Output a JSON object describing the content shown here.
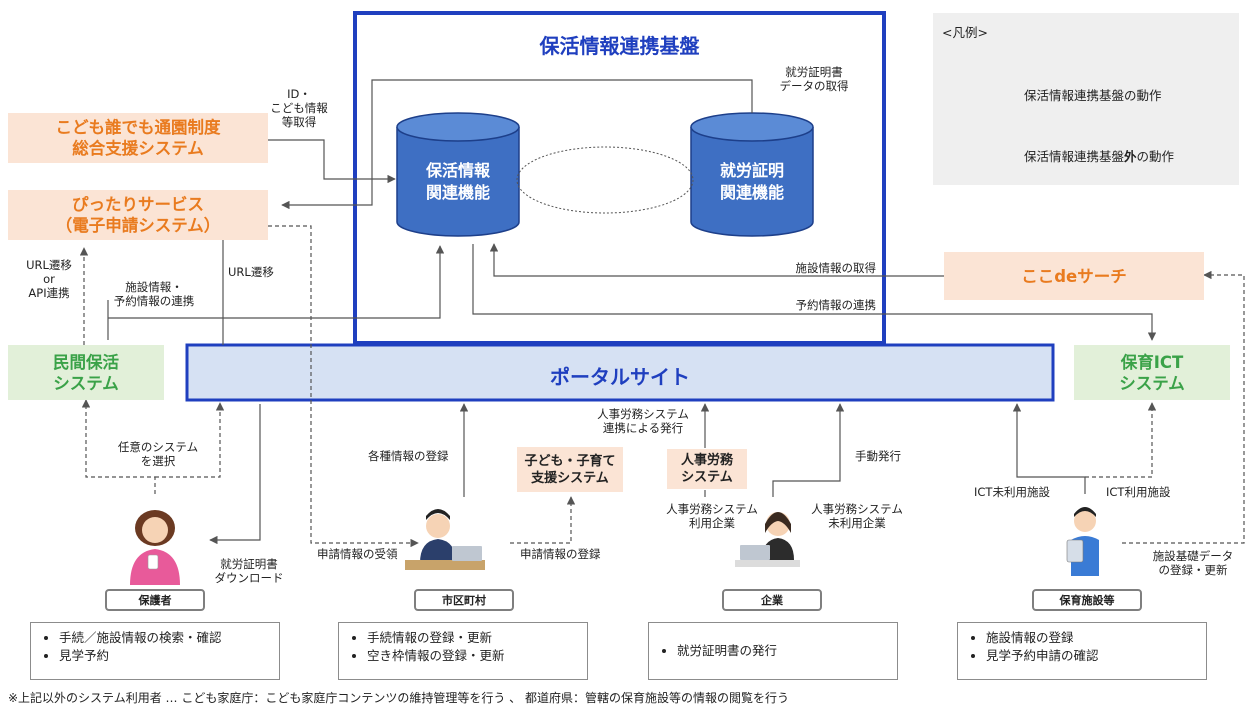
{
  "platform": {
    "title": "保活情報連携基盤"
  },
  "db": {
    "hokatsu": "保活情報\n関連機能",
    "shuro": "就労証明\n関連機能"
  },
  "systems": {
    "kodomo": "こども誰でも通園制度\n総合支援システム",
    "pittari": "ぴったりサービス\n（電子申請システム）",
    "kokode": "ここdeサーチ",
    "minkan": "民間保活\nシステム",
    "portal": "ポータルサイト",
    "hoiku_ict": "保育ICT\nシステム",
    "kosodate": "子ども・子育て\n支援システム",
    "jinji": "人事労務\nシステム"
  },
  "legend": {
    "title": "<凡例>",
    "solid": "保活情報連携基盤の動作",
    "dashed_pre": "保活情報連携基盤",
    "dashed_bold": "外",
    "dashed_post": "の動作"
  },
  "labels": {
    "id_get": "ID・\nこども情報\n等取得",
    "shuro_data": "就労証明書\nデータの取得",
    "facility_get": "施設情報の取得",
    "reserve_link": "予約情報の連携",
    "url_api": "URL遷移\nor\nAPI連携",
    "facility_reserve": "施設情報・\n予約情報の連携",
    "url_transition": "URL遷移",
    "any_system": "任意のシステム\nを選択",
    "various_register": "各種情報の登録",
    "jinji_issue": "人事労務システム\n連携による発行",
    "manual_issue": "手動発行",
    "shuro_download": "就労証明書\nダウンロード",
    "app_receive": "申請情報の受領",
    "app_register": "申請情報の登録",
    "jinji_user": "人事労務システム\n利用企業",
    "jinji_nonuser": "人事労務システム\n未利用企業",
    "ict_non": "ICT未利用施設",
    "ict_use": "ICT利用施設",
    "facility_basic": "施設基礎データ\nの登録・更新"
  },
  "roles": [
    {
      "name": "保護者",
      "items": [
        "手続／施設情報の検索・確認",
        "見学予約"
      ]
    },
    {
      "name": "市区町村",
      "items": [
        "手続情報の登録・更新",
        "空き枠情報の登録・更新"
      ]
    },
    {
      "name": "企業",
      "items": [
        "就労証明書の発行"
      ]
    },
    {
      "name": "保育施設等",
      "items": [
        "施設情報の登録",
        "見学予約申請の確認"
      ]
    }
  ],
  "footnote": "※上記以外のシステム利用者 … こども家庭庁：こども家庭庁コンテンツの維持管理等を行う 、 都道府県：管轄の保育施設等の情報の閲覧を行う",
  "colors": {
    "platform_border": "#1f3fbf",
    "db_fill": "#3e6fc3",
    "orange_text": "#e97b1f",
    "orange_bg": "#fbe4d5",
    "green_text": "#3aa248",
    "green_bg": "#e2f0d9",
    "portal_bg": "#d6e1f3"
  }
}
